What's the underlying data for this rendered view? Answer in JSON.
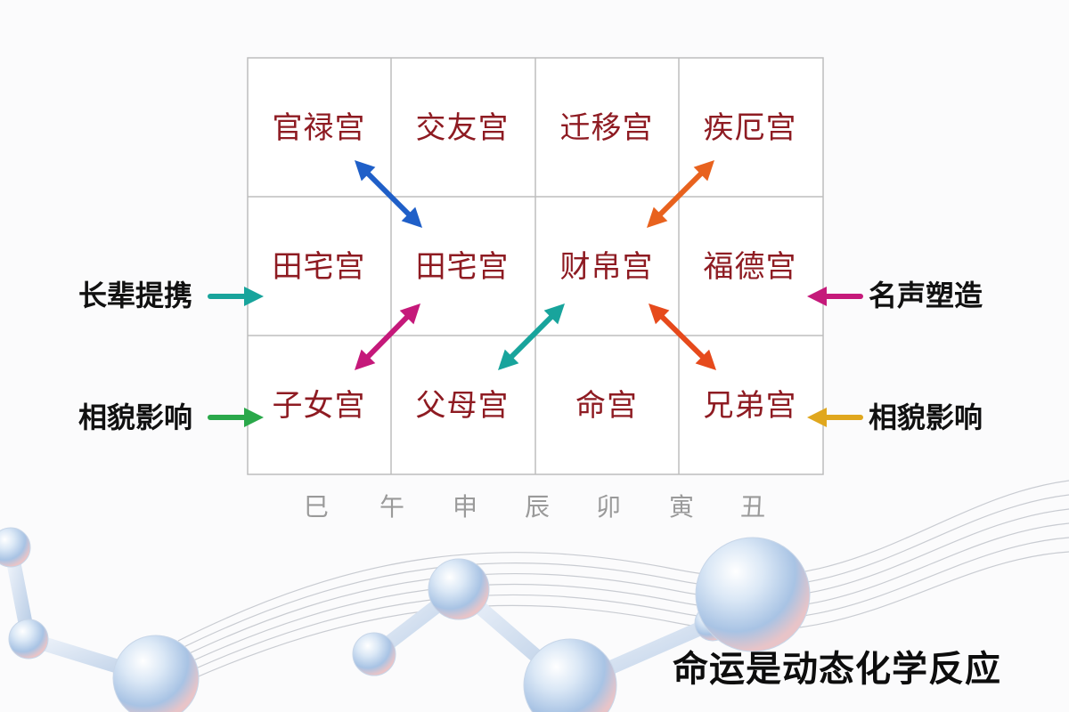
{
  "palace_grid": {
    "rows": [
      [
        "官禄宫",
        "交友宫",
        "迁移宫",
        "疾厄宫"
      ],
      [
        "田宅宫",
        "田宅宫",
        "财帛宫",
        "福德宫"
      ],
      [
        "子女宫",
        "父母宫",
        "命宫",
        "兄弟宫"
      ]
    ]
  },
  "branches": [
    "巳",
    "午",
    "申",
    "辰",
    "卯",
    "寅",
    "丑"
  ],
  "side_labels": {
    "left_upper": "长辈提携",
    "left_lower": "相貌影响",
    "right_upper": "名声塑造",
    "right_lower": "相貌影响"
  },
  "tagline": "命运是动态化学反应",
  "colors": {
    "grid_line": "#bdbdbd",
    "palace_text": "#8e1b22",
    "blue": "#1f5fc8",
    "orange": "#e8621e",
    "magenta": "#c5197a",
    "teal": "#18a49c",
    "red_orange": "#e64a1c",
    "green": "#2aa84a",
    "gold": "#e0a71e"
  }
}
